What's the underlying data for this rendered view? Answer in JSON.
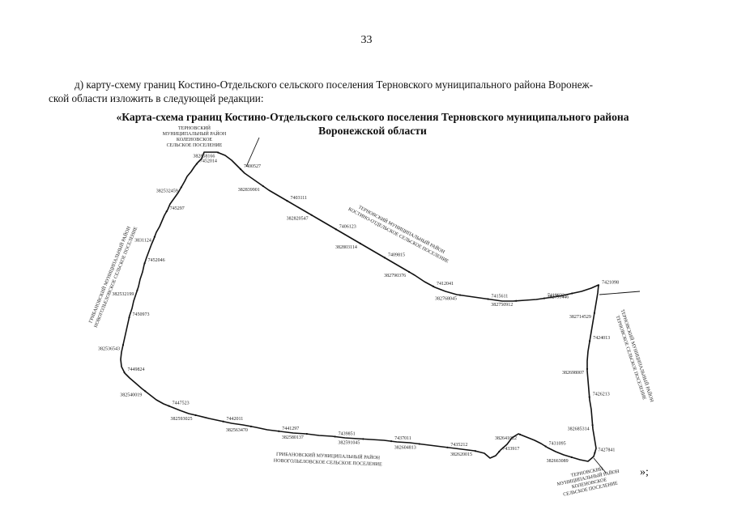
{
  "page": {
    "number": "33",
    "intro_line1": "д) карту-схему границ Костино-Отдельского сельского поселения Терновского муниципального района Воронеж-",
    "intro_line2": "ской области изложить в следующей редакции:",
    "title_line1": "«Карта-схема границ Костино-Отдельского сельского поселения Терновского муниципального района",
    "title_line2": "Воронежской области",
    "closing": "»;"
  },
  "map": {
    "neighbors": {
      "top_line1": "ТЕРНОВСКИЙ",
      "top_line2": "МУНИЦИПАЛЬНЫЙ РАЙОН",
      "top_line3": "КОЛЕНОВСКОЕ",
      "top_line4": "СЕЛЬСКОЕ ПОСЕЛЕНИЕ",
      "left_line1": "ГРИБАНОВСКИЙ МУНИЦИПАЛЬНЫЙ РАЙОН",
      "left_line2": "НОВОГОЛЬЕЛОВСКОЕ СЕЛЬСКОЕ ПОСЕЛЕНИЕ",
      "upper_right_line1": "ТЕРНОВСКИЙ МУНИЦИПАЛЬНЫЙ РАЙОН",
      "upper_right_line2": "КОСТИНО-ОТДЕЛЬСКОЕ СЕЛЬСКОЕ ПОСЕЛЕНИЕ",
      "right_line1": "ТЕРНОВСКИЙ МУНИЦИПАЛЬНЫЙ РАЙОН",
      "right_line2": "ТЕРНОВСКОЕ СЕЛЬСКОЕ ПОСЕЛЕНИЕ",
      "bottom_line1": "ГРИБАНОВСКИЙ МУНИЦИПАЛЬНЫЙ РАЙОН",
      "bottom_line2": "НОВОГОЛЬЕЛОВСКОЕ СЕЛЬСКОЕ ПОСЕЛЕНИЕ",
      "bottom_right_line1": "ТЕРНОВСКИЙ",
      "bottom_right_line2": "МУНИЦИПАЛЬНЫЙ РАЙОН",
      "bottom_right_line3": "КОЛЕНОВСКОЕ",
      "bottom_right_line4": "СЕЛЬСКОЕ ПОСЕЛЕНИЕ"
    },
    "points": [
      "7452014",
      "382532459",
      "745297",
      "3831124",
      "7452046",
      "382532199",
      "7450973",
      "382536543",
      "7449824",
      "382540019",
      "7447523",
      "382593025",
      "7442011",
      "382563470",
      "7441297",
      "382580137",
      "7439851",
      "382591045",
      "7437011",
      "382604813",
      "7435212",
      "382620015",
      "7433917",
      "382641022",
      "7431095",
      "382663089",
      "7427841",
      "382685314",
      "7426213",
      "382698007",
      "7424013",
      "382714529",
      "7421098",
      "382731446",
      "7419822",
      "382750912",
      "7415611",
      "382768045",
      "7412041",
      "382790376",
      "7409815",
      "382803114",
      "7406123",
      "382820547",
      "7403111",
      "382839901",
      "7400527",
      "382858166"
    ]
  }
}
